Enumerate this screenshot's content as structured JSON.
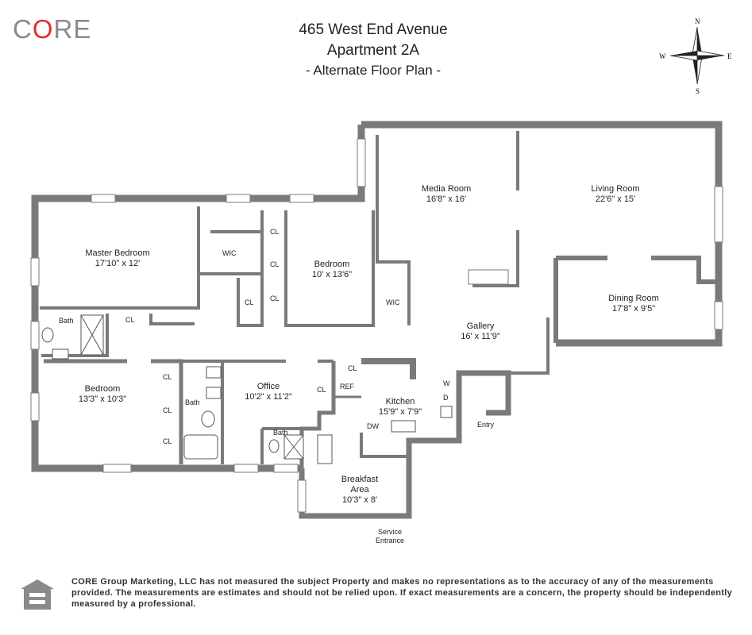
{
  "brand": {
    "logo_part1": "C",
    "logo_part2": "O",
    "logo_part3": "RE"
  },
  "header": {
    "address": "465 West End Avenue",
    "unit": "Apartment 2A",
    "subtitle": "- Alternate Floor Plan -"
  },
  "compass": {
    "n": "N",
    "s": "S",
    "e": "E",
    "w": "W"
  },
  "rooms": {
    "media": {
      "name": "Media Room",
      "dim": "16'8\" x 16'"
    },
    "living": {
      "name": "Living Room",
      "dim": "22'6\" x 15'"
    },
    "master": {
      "name": "Master Bedroom",
      "dim": "17'10\" x 12'"
    },
    "bedroom1": {
      "name": "Bedroom",
      "dim": "10' x 13'6\""
    },
    "dining": {
      "name": "Dining Room",
      "dim": "17'8\" x 9'5\""
    },
    "gallery": {
      "name": "Gallery",
      "dim": "16' x 11'9\""
    },
    "bedroom2": {
      "name": "Bedroom",
      "dim": "13'3\" x 10'3\""
    },
    "office": {
      "name": "Office",
      "dim": "10'2\" x 11'2\""
    },
    "kitchen": {
      "name": "Kitchen",
      "dim": "15'9\" x 7'9\""
    },
    "breakfast": {
      "name1": "Breakfast",
      "name2": "Area",
      "dim": "10'3\" x 8'"
    }
  },
  "fixtures": {
    "cl": "CL",
    "wic": "WIC",
    "bath": "Bath",
    "ref": "REF",
    "dw": "DW",
    "wd_w": "W",
    "wd_d": "D",
    "entry": "Entry",
    "service1": "Service",
    "service2": "Entrance"
  },
  "disclaimer": "CORE Group Marketing, LLC has not measured the subject Property and makes no representations as to the accuracy of any of the measurements provided. The measurements are estimates and should not be relied upon. If exact measurements are a concern, the property should be independently measured by a professional."
}
